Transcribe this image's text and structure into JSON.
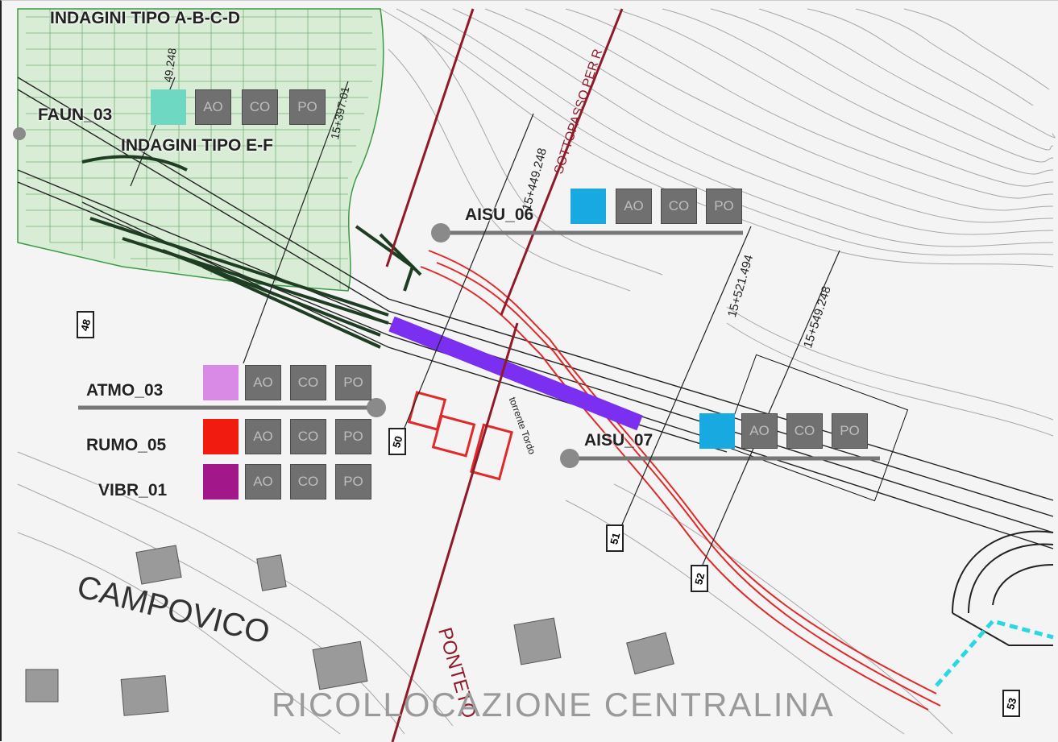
{
  "headings": {
    "indagini_abcd": "INDAGINI TIPO A-B-C-D",
    "indagini_ef": "INDAGINI TIPO E-F"
  },
  "stations": [
    {
      "id": "FAUN_03",
      "color": "#6fd8c2",
      "codes": [
        "AO",
        "CO",
        "PO"
      ]
    },
    {
      "id": "AISU_06",
      "color": "#17a9e0",
      "codes": [
        "AO",
        "CO",
        "PO"
      ]
    },
    {
      "id": "ATMO_03",
      "color": "#d98ae6",
      "codes": [
        "AO",
        "CO",
        "PO"
      ]
    },
    {
      "id": "RUMO_05",
      "color": "#f21b10",
      "codes": [
        "AO",
        "CO",
        "PO"
      ]
    },
    {
      "id": "VIBR_01",
      "color": "#a2178a",
      "codes": [
        "AO",
        "CO",
        "PO"
      ]
    },
    {
      "id": "AISU_07",
      "color": "#17a9e0",
      "codes": [
        "AO",
        "CO",
        "PO"
      ]
    }
  ],
  "chainages": {
    "c1": "49.248",
    "c2": "15+397.01",
    "c3": "15+449.248",
    "c4": "15+521.494",
    "c5": "15+549.248"
  },
  "road_labels": {
    "sottopasso": "SOTTOPASSO PER R",
    "torrente": "torrente Tordo",
    "ponte": "PONTETO"
  },
  "place_names": {
    "campovico": "CAMPOVICO",
    "ricollocazione": "RICOLLOCAZIONE CENTRALINA"
  },
  "section_markers": [
    "48",
    "50",
    "51",
    "52",
    "53"
  ],
  "icons": {
    "monitoring_point": "grey-circle-marker"
  }
}
